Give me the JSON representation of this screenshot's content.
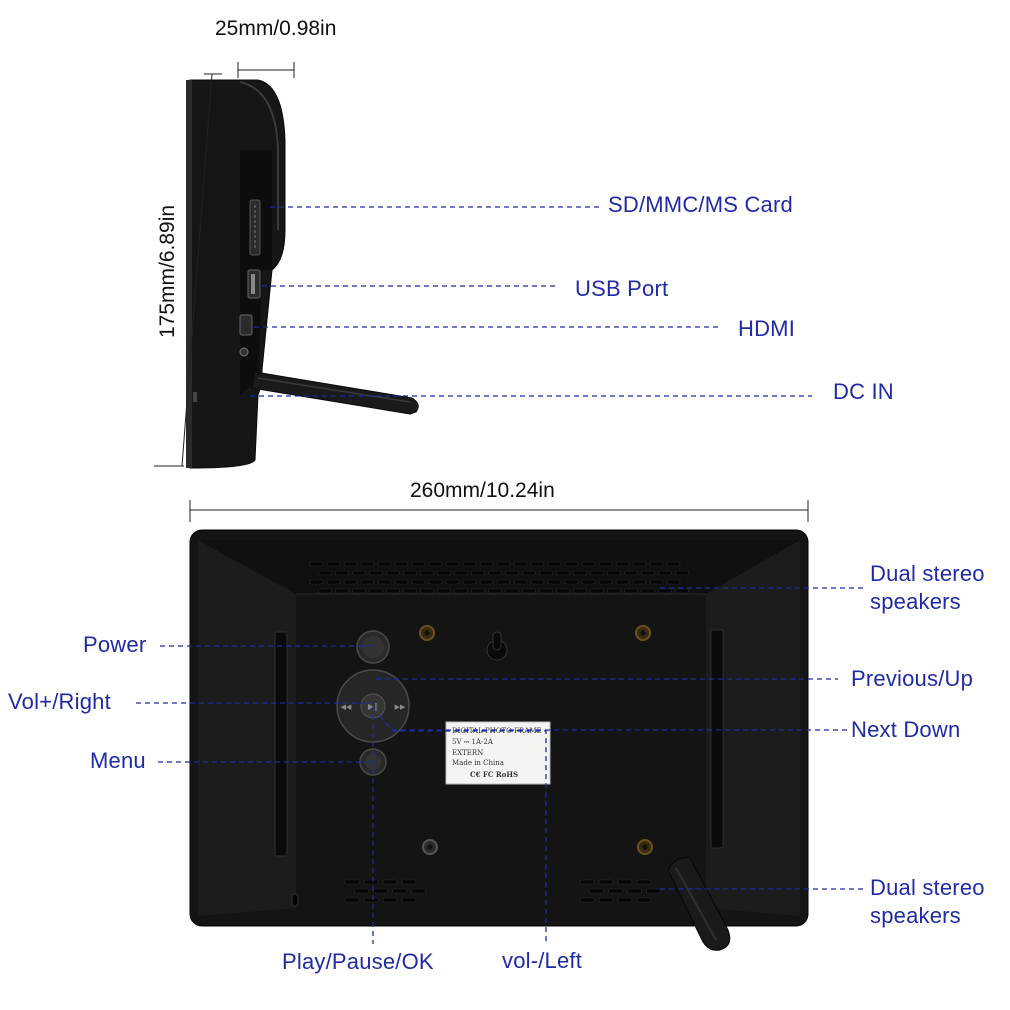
{
  "dimensions": {
    "depth": "25mm/0.98in",
    "height": "175mm/6.89in",
    "width": "260mm/10.24in"
  },
  "side_labels": {
    "sd_card": "SD/MMC/MS Card",
    "usb": "USB Port",
    "hdmi": "HDMI",
    "dc_in": "DC IN"
  },
  "back_labels": {
    "speakers_top_line1": "Dual stereo",
    "speakers_top_line2": "speakers",
    "power": "Power",
    "previous_up": "Previous/Up",
    "vol_plus_right": "Vol+/Right",
    "next_down": "Next Down",
    "menu": "Menu",
    "speakers_bottom_line1": "Dual stereo",
    "speakers_bottom_line2": "speakers",
    "play_pause_ok": "Play/Pause/OK",
    "vol_minus_left": "vol-/Left"
  },
  "sticker": {
    "line1": "DIGITAL PHOTO FRAME",
    "line2": "5V ⎓ 1A-2A",
    "line3": "EXTERN",
    "line4": "Made in China",
    "marks": "C€ FC RoHS"
  },
  "colors": {
    "label_blue": "#1f2ba6",
    "device_black": "#141414"
  }
}
